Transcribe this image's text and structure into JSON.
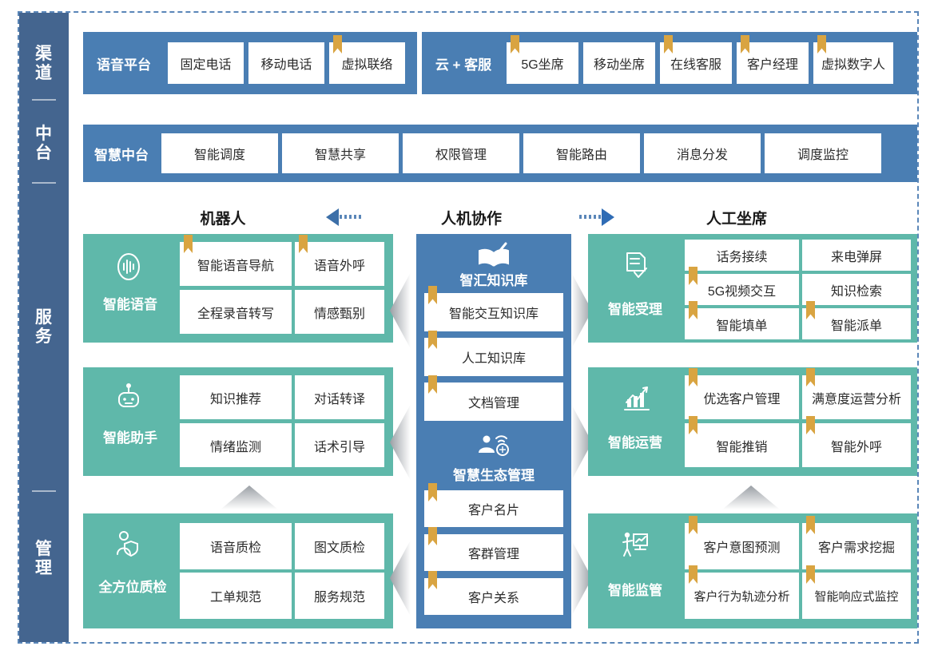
{
  "rail": {
    "items": [
      {
        "name": "channel",
        "chars": [
          "渠",
          "道"
        ]
      },
      {
        "name": "middle-platform",
        "chars": [
          "中",
          "台"
        ]
      },
      {
        "name": "service",
        "chars": [
          "服",
          "务"
        ]
      },
      {
        "name": "management",
        "chars": [
          "管",
          "理"
        ]
      }
    ]
  },
  "colors": {
    "blue": "#4A7EB3",
    "rail_blue": "#44658F",
    "teal": "#5FB8AA",
    "bookmark_gold": "#D9A441",
    "frame_dashed": "#5a86b8"
  },
  "channel_row": {
    "voice_platform": {
      "title": "语音平台",
      "tiles": [
        {
          "label": "固定电话",
          "bookmark": false
        },
        {
          "label": "移动电话",
          "bookmark": false
        },
        {
          "label": "虚拟联络",
          "bookmark": true
        }
      ]
    },
    "cloud_service": {
      "title": "云 + 客服",
      "tiles": [
        {
          "label": "5G坐席",
          "bookmark": true
        },
        {
          "label": "移动坐席",
          "bookmark": false
        },
        {
          "label": "在线客服",
          "bookmark": true
        },
        {
          "label": "客户经理",
          "bookmark": true
        },
        {
          "label": "虚拟数字人",
          "bookmark": true
        }
      ]
    }
  },
  "platform_row": {
    "title": "智慧中台",
    "tiles": [
      {
        "label": "智能调度"
      },
      {
        "label": "智慧共享"
      },
      {
        "label": "权限管理"
      },
      {
        "label": "智能路由"
      },
      {
        "label": "消息分发"
      },
      {
        "label": "调度监控"
      }
    ]
  },
  "section_headers": {
    "left": "机器人",
    "center": "人机协作",
    "right": "人工坐席"
  },
  "left_groups": [
    {
      "name": "intelligent-voice",
      "label": "智能语音",
      "icon": "voice-waveform-icon",
      "tiles": [
        {
          "label": "智能语音导航",
          "bookmark": true
        },
        {
          "label": "语音外呼",
          "bookmark": true
        },
        {
          "label": "全程录音转写",
          "bookmark": false
        },
        {
          "label": "情感甄别",
          "bookmark": false
        }
      ]
    },
    {
      "name": "intelligent-assistant",
      "label": "智能助手",
      "icon": "robot-icon",
      "tiles": [
        {
          "label": "知识推荐",
          "bookmark": false
        },
        {
          "label": "对话转译",
          "bookmark": false
        },
        {
          "label": "情绪监测",
          "bookmark": false
        },
        {
          "label": "话术引导",
          "bookmark": false
        }
      ]
    },
    {
      "name": "all-round-quality-inspection",
      "label": "全方位质检",
      "icon": "person-shield-icon",
      "tiles": [
        {
          "label": "语音质检",
          "bookmark": false
        },
        {
          "label": "图文质检",
          "bookmark": false
        },
        {
          "label": "工单规范",
          "bookmark": false
        },
        {
          "label": "服务规范",
          "bookmark": false
        }
      ]
    }
  ],
  "center_panels": [
    {
      "name": "knowledge-base",
      "title": "智汇知识库",
      "icon": "book-pen-icon",
      "tiles": [
        {
          "label": "智能交互知识库",
          "bookmark": true
        },
        {
          "label": "人工知识库",
          "bookmark": true
        },
        {
          "label": "文档管理",
          "bookmark": true
        }
      ]
    },
    {
      "name": "smart-ecosystem-management",
      "title": "智慧生态管理",
      "icon": "person-wifi-icon",
      "tiles": [
        {
          "label": "客户名片",
          "bookmark": true
        },
        {
          "label": "客群管理",
          "bookmark": true
        },
        {
          "label": "客户关系",
          "bookmark": true
        }
      ]
    }
  ],
  "right_groups": [
    {
      "name": "intelligent-acceptance",
      "label": "智能受理",
      "icon": "document-check-icon",
      "tiles": [
        {
          "label": "话务接续",
          "bookmark": false
        },
        {
          "label": "来电弹屏",
          "bookmark": false
        },
        {
          "label": "5G视频交互",
          "bookmark": true
        },
        {
          "label": "知识检索",
          "bookmark": false
        },
        {
          "label": "智能填单",
          "bookmark": true
        },
        {
          "label": "智能派单",
          "bookmark": true
        }
      ]
    },
    {
      "name": "intelligent-operations",
      "label": "智能运营",
      "icon": "chart-growth-icon",
      "tiles": [
        {
          "label": "优选客户管理",
          "bookmark": true
        },
        {
          "label": "满意度运营分析",
          "bookmark": true
        },
        {
          "label": "智能推销",
          "bookmark": true
        },
        {
          "label": "智能外呼",
          "bookmark": true
        }
      ]
    },
    {
      "name": "intelligent-supervision",
      "label": "智能监管",
      "icon": "presenter-board-icon",
      "tiles": [
        {
          "label": "客户意图预测",
          "bookmark": true
        },
        {
          "label": "客户需求挖掘",
          "bookmark": true
        },
        {
          "label": "客户行为轨迹分析",
          "bookmark": true
        },
        {
          "label": "智能响应式监控",
          "bookmark": true
        }
      ]
    }
  ]
}
